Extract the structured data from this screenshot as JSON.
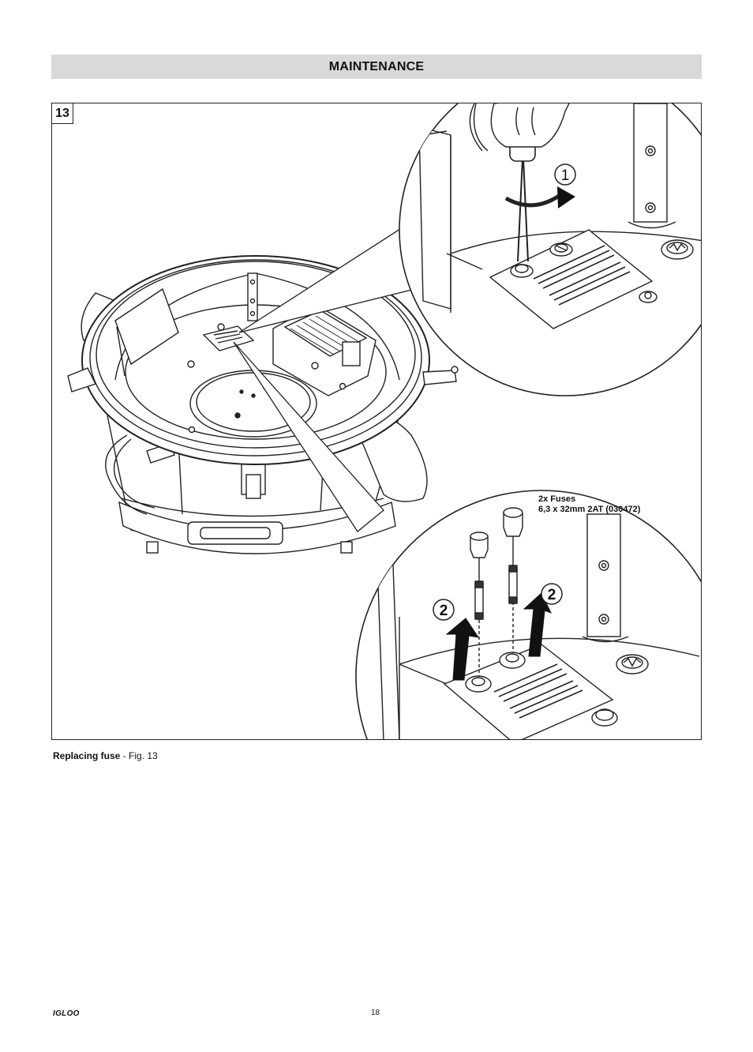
{
  "header": {
    "title": "MAINTENANCE"
  },
  "figure": {
    "number": "13",
    "step_1": "1",
    "step_2a": "2",
    "step_2b": "2",
    "fuse_line1": "2x Fuses",
    "fuse_line2": "6,3 x 32mm 2AT (030472)"
  },
  "caption": {
    "bold": "Replacing fuse",
    "rest": " - Fig. 13"
  },
  "footer": {
    "brand": "IGLOO",
    "page": "18"
  }
}
